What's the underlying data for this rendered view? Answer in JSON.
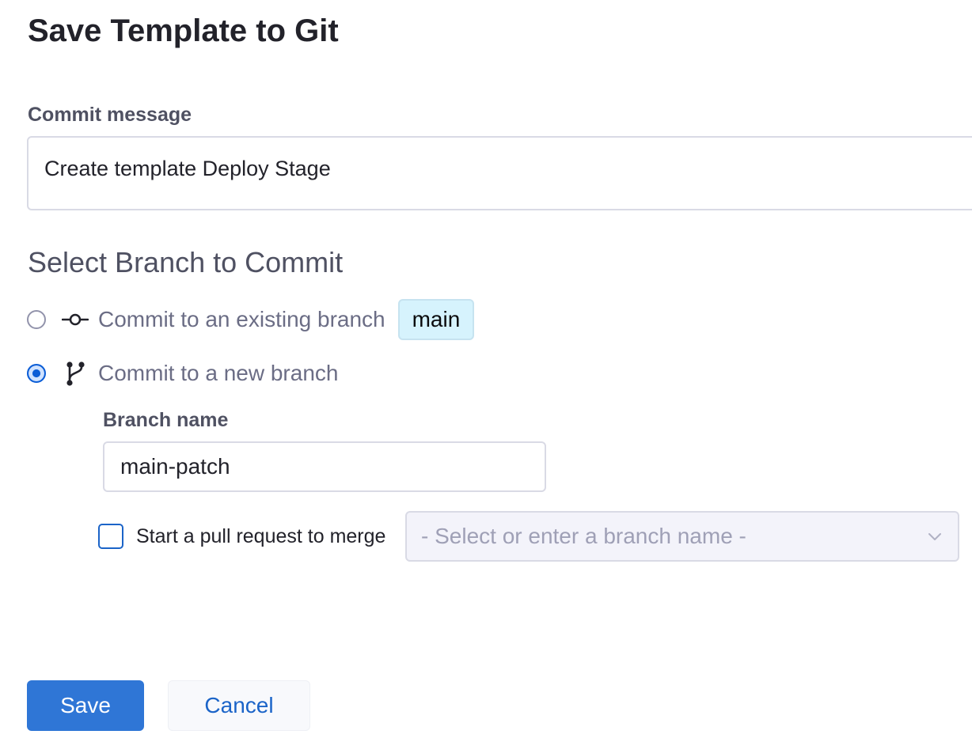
{
  "dialog": {
    "title": "Save Template to Git"
  },
  "commit": {
    "label": "Commit message",
    "value": "Create template Deploy Stage"
  },
  "branch_section": {
    "title": "Select Branch to Commit",
    "options": [
      {
        "label": "Commit to an existing branch",
        "tag": "main",
        "selected": false,
        "icon": "git-commit-icon"
      },
      {
        "label": "Commit to a new branch",
        "selected": true,
        "icon": "git-branch-icon"
      }
    ],
    "branch_name": {
      "label": "Branch name",
      "value": "main-patch"
    },
    "pull_request": {
      "label": "Start a pull request to merge",
      "checked": false,
      "placeholder": "- Select or enter a branch name -",
      "icon": "chevron-down-icon"
    }
  },
  "actions": {
    "save_label": "Save",
    "cancel_label": "Cancel"
  },
  "colors": {
    "primary": "#2f76d6",
    "tag_background": "#d6f3fd",
    "text_dark": "#22222a",
    "text_muted": "#6b6d85"
  }
}
